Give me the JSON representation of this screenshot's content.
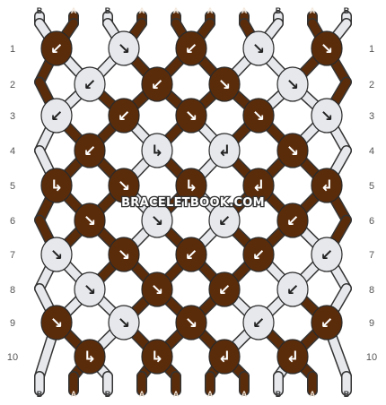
{
  "colors": {
    "A": "#5b2c0a",
    "B": "#e6e8ec",
    "outline": "#2a2a2a",
    "arrow_on_A": "#ffffff",
    "arrow_on_B": "#222222",
    "label_text_A": "#f4e9dc",
    "label_text_B": "#333333",
    "row_label": "#555555"
  },
  "watermark": "BRACELETBOOK.COM",
  "strands_top": [
    "B",
    "A",
    "B",
    "A",
    "A",
    "A",
    "A",
    "B",
    "A",
    "B"
  ],
  "strands_bottom": [
    "B",
    "A",
    "B",
    "A",
    "A",
    "A",
    "A",
    "B",
    "A",
    "B"
  ],
  "rows": [
    {
      "label": "1",
      "knots": [
        {
          "c": "A",
          "d": "↙"
        },
        {
          "c": "B",
          "d": "↘"
        },
        {
          "c": "A",
          "d": "↙"
        },
        {
          "c": "B",
          "d": "↘"
        },
        {
          "c": "A",
          "d": "↘"
        }
      ]
    },
    {
      "label": "2",
      "knots": [
        {
          "c": "B",
          "d": "↙"
        },
        {
          "c": "A",
          "d": "↙"
        },
        {
          "c": "A",
          "d": "↘"
        },
        {
          "c": "B",
          "d": "↘"
        }
      ]
    },
    {
      "label": "3",
      "knots": [
        {
          "c": "B",
          "d": "↙"
        },
        {
          "c": "A",
          "d": "↙"
        },
        {
          "c": "A",
          "d": "↘"
        },
        {
          "c": "A",
          "d": "↘"
        },
        {
          "c": "B",
          "d": "↘"
        }
      ]
    },
    {
      "label": "4",
      "knots": [
        {
          "c": "A",
          "d": "↙"
        },
        {
          "c": "B",
          "d": "↳"
        },
        {
          "c": "B",
          "d": "↲"
        },
        {
          "c": "A",
          "d": "↘"
        }
      ]
    },
    {
      "label": "5",
      "knots": [
        {
          "c": "A",
          "d": "↳"
        },
        {
          "c": "A",
          "d": "↘"
        },
        {
          "c": "A",
          "d": "↳"
        },
        {
          "c": "A",
          "d": "↲"
        },
        {
          "c": "A",
          "d": "↲"
        }
      ]
    },
    {
      "label": "6",
      "knots": [
        {
          "c": "A",
          "d": "↘"
        },
        {
          "c": "B",
          "d": "↘"
        },
        {
          "c": "B",
          "d": "↙"
        },
        {
          "c": "A",
          "d": "↙"
        }
      ]
    },
    {
      "label": "7",
      "knots": [
        {
          "c": "B",
          "d": "↘"
        },
        {
          "c": "A",
          "d": "↘"
        },
        {
          "c": "A",
          "d": "↙"
        },
        {
          "c": "A",
          "d": "↙"
        },
        {
          "c": "B",
          "d": "↙"
        }
      ]
    },
    {
      "label": "8",
      "knots": [
        {
          "c": "B",
          "d": "↘"
        },
        {
          "c": "A",
          "d": "↘"
        },
        {
          "c": "A",
          "d": "↙"
        },
        {
          "c": "B",
          "d": "↙"
        }
      ]
    },
    {
      "label": "9",
      "knots": [
        {
          "c": "A",
          "d": "↘"
        },
        {
          "c": "B",
          "d": "↘"
        },
        {
          "c": "A",
          "d": "↘"
        },
        {
          "c": "B",
          "d": "↙"
        },
        {
          "c": "A",
          "d": "↙"
        }
      ]
    },
    {
      "label": "10",
      "knots": [
        {
          "c": "A",
          "d": "↳"
        },
        {
          "c": "A",
          "d": "↳"
        },
        {
          "c": "A",
          "d": "↲"
        },
        {
          "c": "A",
          "d": "↲"
        }
      ]
    }
  ]
}
